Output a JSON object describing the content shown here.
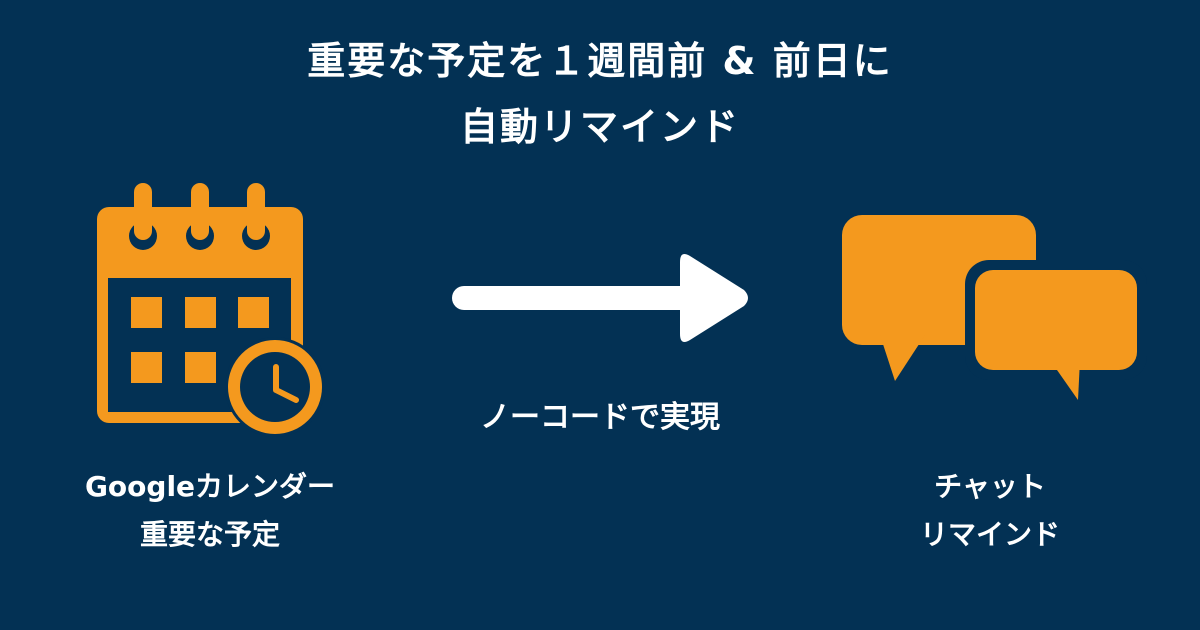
{
  "title": {
    "line1": "重要な予定を１週間前 & 前日に",
    "line2": "自動リマインド"
  },
  "arrow_caption": "ノーコードで実現",
  "source": {
    "line1": "Googleカレンダー",
    "line2": "重要な予定",
    "icon": "calendar-clock-icon"
  },
  "target": {
    "line1": "チャット",
    "line2": "リマインド",
    "icon": "chat-bubbles-icon"
  },
  "colors": {
    "background": "#033154",
    "accent": "#F4991E",
    "text": "#FFFFFF"
  }
}
